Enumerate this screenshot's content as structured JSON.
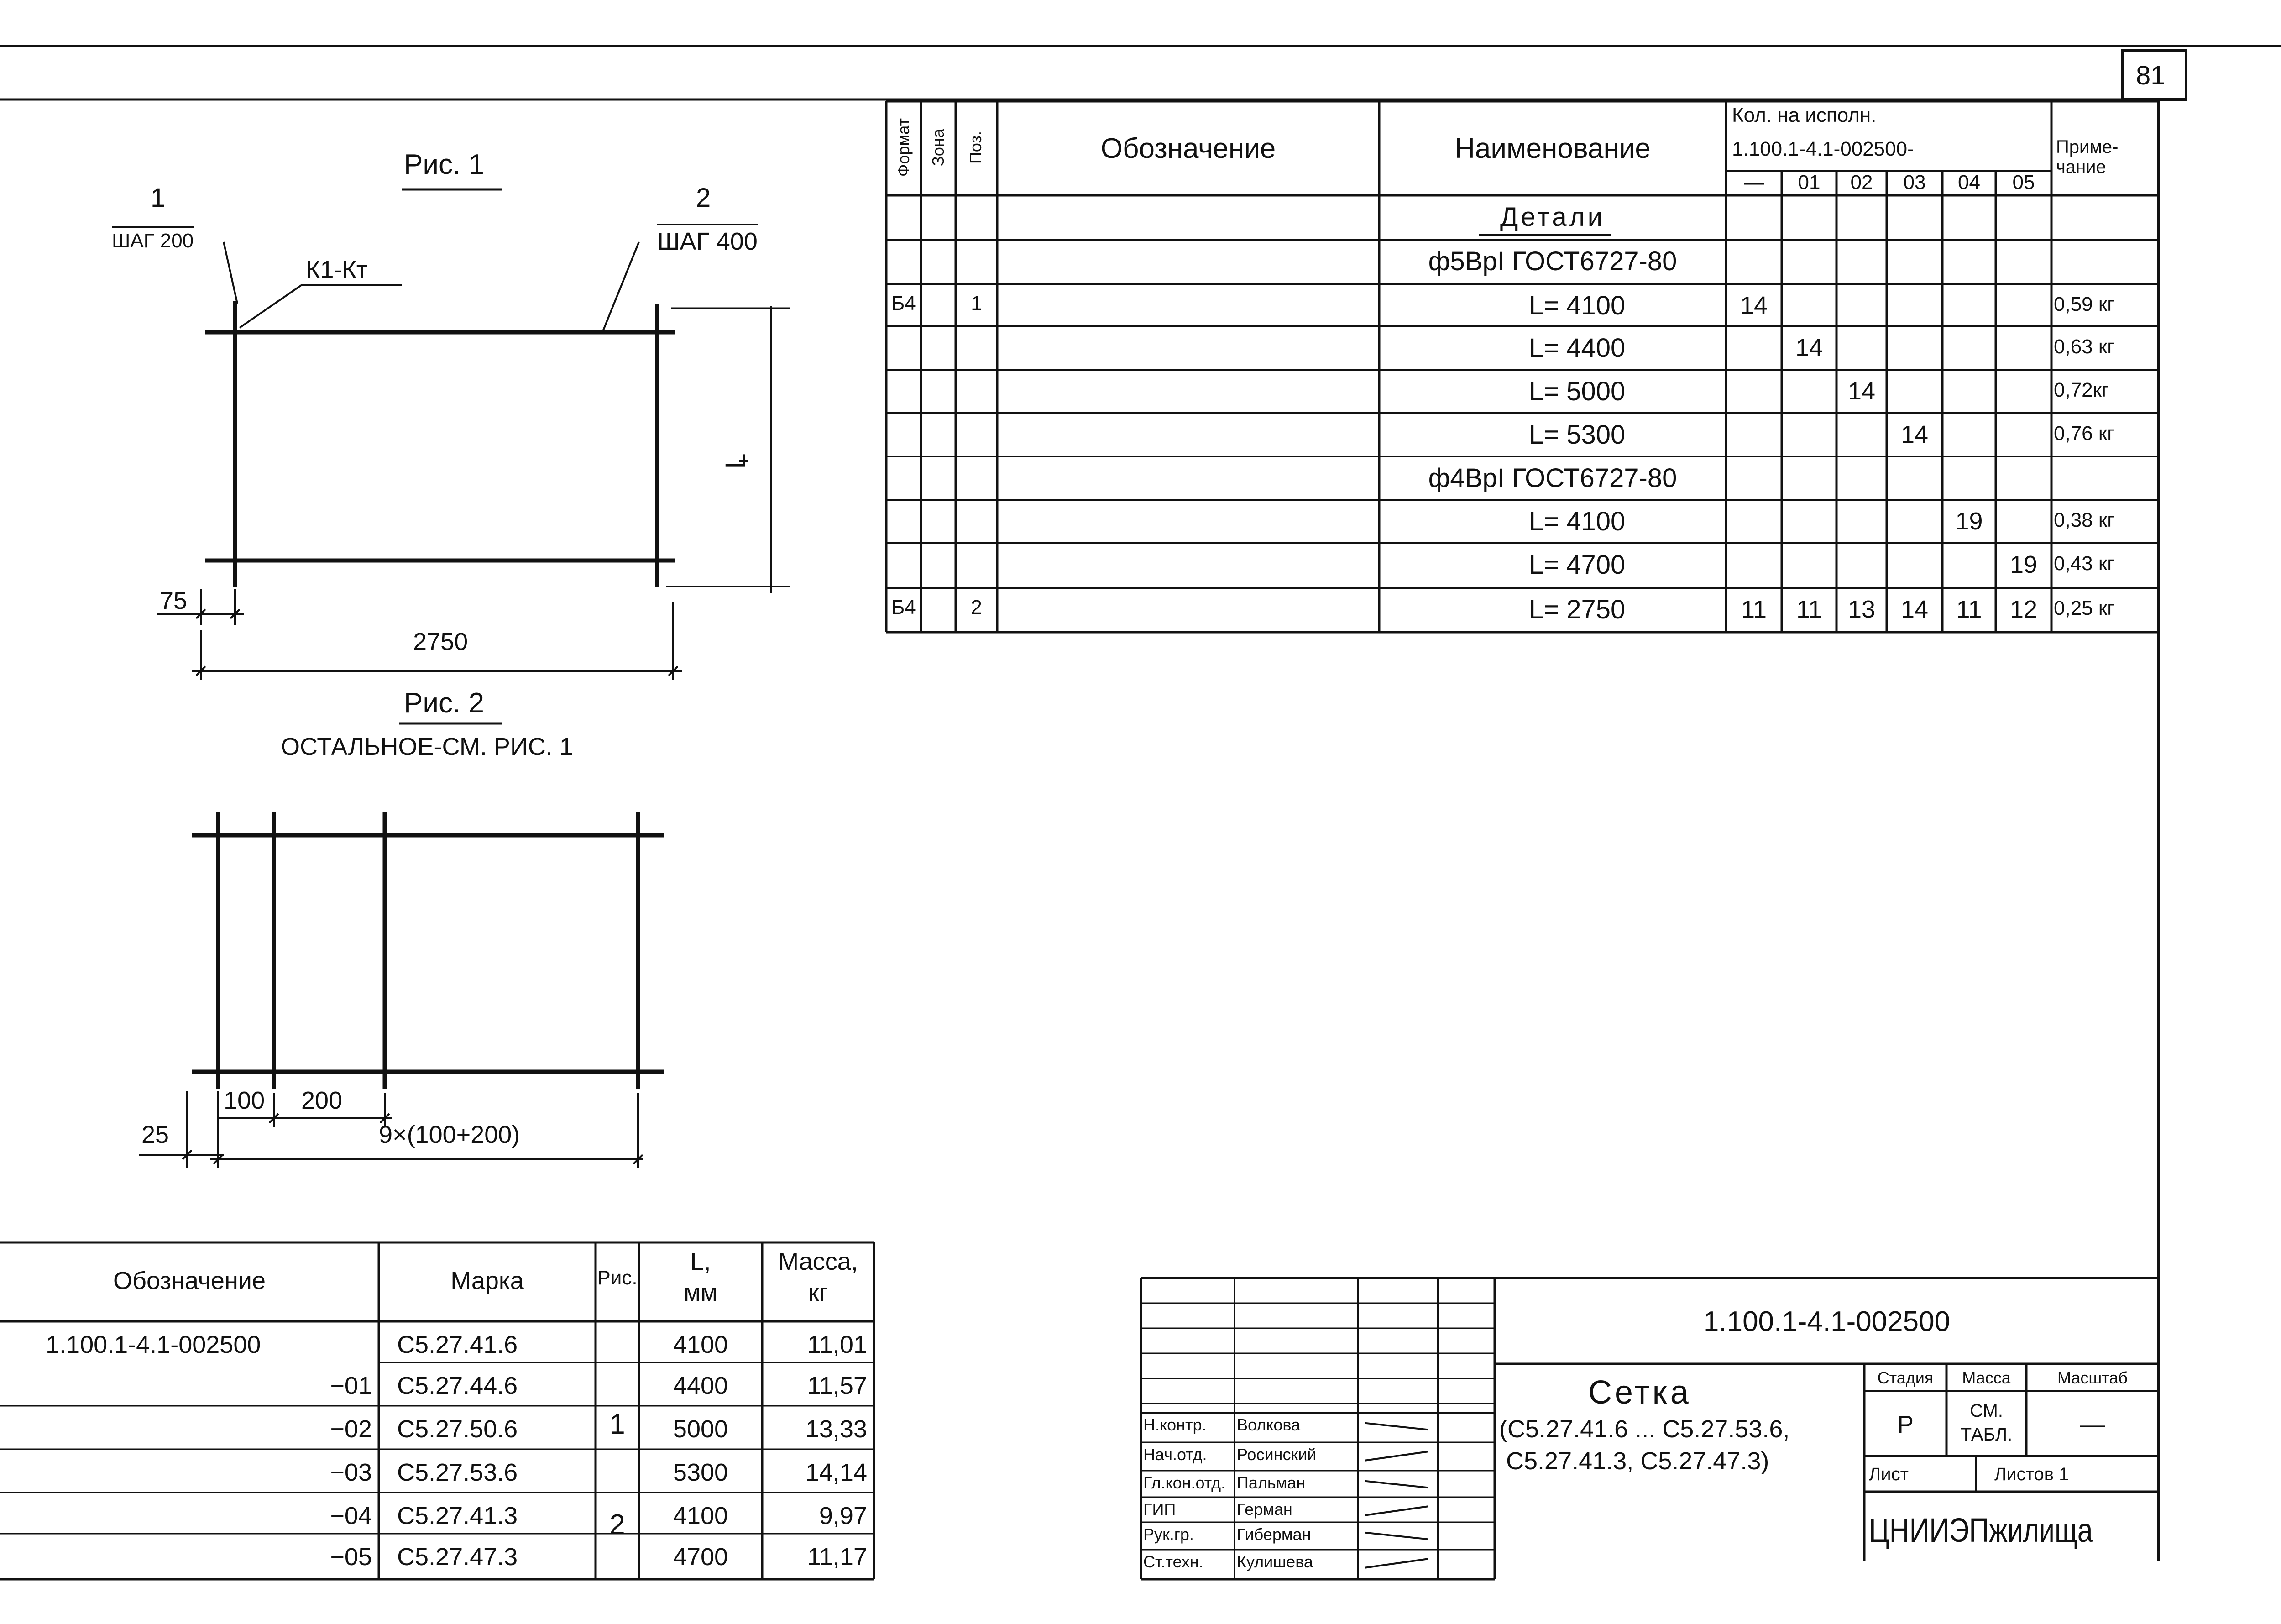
{
  "sheet": {
    "page_number": "81"
  },
  "fig1": {
    "title": "Рис. 1",
    "callout1_num": "1",
    "callout1_label": "ШАГ 200",
    "callout2_num": "2",
    "callout2_label": "ШАГ 400",
    "mesh_label": "К1-Кт",
    "dim_L": "L",
    "dim_75": "75",
    "dim_2750": "2750"
  },
  "fig2": {
    "title": "Рис. 2",
    "note": "ОСТАЛЬНОЕ-СМ. РИС. 1",
    "dim_25": "25",
    "dim_100": "100",
    "dim_200": "200",
    "dim_span": "9×(100+200)"
  },
  "spec_table": {
    "headers": {
      "format": "Формат",
      "zone": "Зона",
      "pos": "Поз.",
      "designation": "Обозначение",
      "name": "Наименование",
      "qty_title": "Кол. на исполн.",
      "qty_doc": "1.100.1-4.1-002500-",
      "note": "Приме-\nчание"
    },
    "variant_cols": [
      "—",
      "01",
      "02",
      "03",
      "04",
      "05"
    ],
    "rows": [
      {
        "format": "",
        "pos": "",
        "name": "Детали",
        "q": [
          "",
          "",
          "",
          "",
          "",
          ""
        ],
        "note": ""
      },
      {
        "format": "",
        "pos": "",
        "name": "ф5ВрI ГОСТ6727-80",
        "q": [
          "",
          "",
          "",
          "",
          "",
          ""
        ],
        "note": ""
      },
      {
        "format": "Б4",
        "pos": "1",
        "name": "L= 4100",
        "q": [
          "14",
          "",
          "",
          "",
          "",
          ""
        ],
        "note": "0,59 кг"
      },
      {
        "format": "",
        "pos": "",
        "name": "L= 4400",
        "q": [
          "",
          "14",
          "",
          "",
          "",
          ""
        ],
        "note": "0,63 кг"
      },
      {
        "format": "",
        "pos": "",
        "name": "L= 5000",
        "q": [
          "",
          "",
          "14",
          "",
          "",
          ""
        ],
        "note": "0,72кг"
      },
      {
        "format": "",
        "pos": "",
        "name": "L= 5300",
        "q": [
          "",
          "",
          "",
          "14",
          "",
          ""
        ],
        "note": "0,76 кг"
      },
      {
        "format": "",
        "pos": "",
        "name": "ф4ВрI ГОСТ6727-80",
        "q": [
          "",
          "",
          "",
          "",
          "",
          ""
        ],
        "note": ""
      },
      {
        "format": "",
        "pos": "",
        "name": "L= 4100",
        "q": [
          "",
          "",
          "",
          "",
          "19",
          ""
        ],
        "note": "0,38 кг"
      },
      {
        "format": "",
        "pos": "",
        "name": "L= 4700",
        "q": [
          "",
          "",
          "",
          "",
          "",
          "19"
        ],
        "note": "0,43 кг"
      },
      {
        "format": "Б4",
        "pos": "2",
        "name": "L= 2750",
        "q": [
          "11",
          "11",
          "13",
          "14",
          "11",
          "12"
        ],
        "note": "0,25 кг"
      }
    ]
  },
  "marks_table": {
    "headers": {
      "designation": "Обозначение",
      "mark": "Марка",
      "fig": "Рис.",
      "length": "L,\nмм",
      "mass": "Масса,\nкг"
    },
    "rows": [
      {
        "designation": "1.100.1-4.1-002500",
        "mark": "С5.27.41.6",
        "length": "4100",
        "mass": "11,01"
      },
      {
        "designation": "−01",
        "mark": "С5.27.44.6",
        "length": "4400",
        "mass": "11,57"
      },
      {
        "designation": "−02",
        "mark": "С5.27.50.6",
        "length": "5000",
        "mass": "13,33"
      },
      {
        "designation": "−03",
        "mark": "С5.27.53.6",
        "length": "5300",
        "mass": "14,14"
      },
      {
        "designation": "−04",
        "mark": "С5.27.41.3",
        "length": "4100",
        "mass": "9,97"
      },
      {
        "designation": "−05",
        "mark": "С5.27.47.3",
        "length": "4700",
        "mass": "11,17"
      }
    ],
    "fig_groups": [
      "1",
      "2"
    ]
  },
  "title_block": {
    "doc_number": "1.100.1-4.1-002500",
    "title": "Сетка",
    "subtitle_line1": "(С5.27.41.6 ... С5.27.53.6,",
    "subtitle_line2": "С5.27.41.3, С5.27.47.3)",
    "stage_label": "Стадия",
    "mass_label": "Масса",
    "scale_label": "Масштаб",
    "stage_value": "Р",
    "mass_value": "СМ.\nТАБЛ.",
    "scale_value": "—",
    "sheet_label": "Лист",
    "sheets_label": "Листов 1",
    "organization": "ЦНИИЭПжилища",
    "signatures": [
      {
        "role": "Н.контр.",
        "name": "Волкова"
      },
      {
        "role": "Нач.отд.",
        "name": "Росинский"
      },
      {
        "role": "Гл.кон.отд.",
        "name": "Пальман"
      },
      {
        "role": "ГИП",
        "name": "Герман"
      },
      {
        "role": "Рук.гр.",
        "name": "Гиберман"
      },
      {
        "role": "Ст.техн.",
        "name": "Кулишева"
      }
    ]
  }
}
